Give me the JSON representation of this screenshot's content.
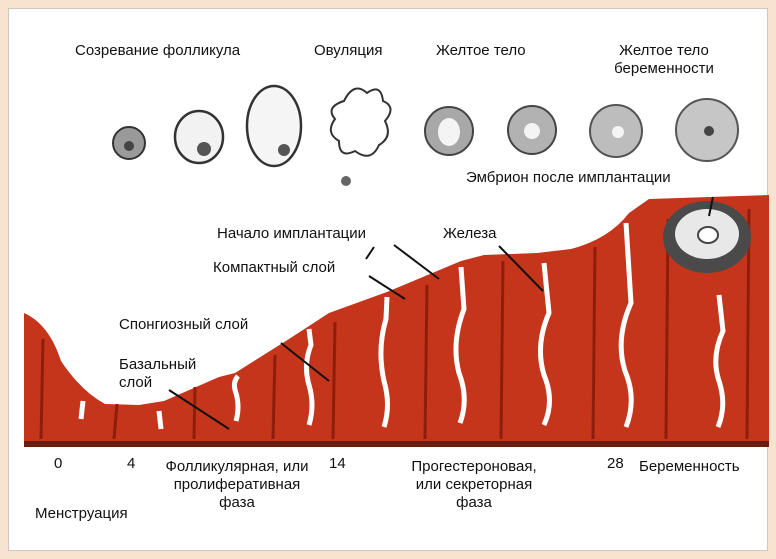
{
  "stages": {
    "follicle": "Созревание фолликула",
    "ovulation": "Овуляция",
    "corpus_luteum": "Желтое тело",
    "pregnancy_line1": "Желтое тело",
    "pregnancy_line2": "беременности"
  },
  "annotations": {
    "embryo": "Эмбрион после имплантации",
    "implantation_start": "Начало имплантации",
    "gland": "Железа",
    "compact_layer": "Компактный слой",
    "spongy_layer": "Спонгиозный слой",
    "basal_line1": "Базальный",
    "basal_line2": "слой"
  },
  "axis": {
    "ticks": [
      "0",
      "4",
      "14",
      "28"
    ],
    "follicular_line1": "Фолликулярная, или",
    "follicular_line2": "пролиферативная",
    "follicular_line3": "фаза",
    "menstruation": "Менструация",
    "luteal_line1": "Прогестероновая,",
    "luteal_line2": "или секреторная",
    "luteal_line3": "фаза",
    "pregnancy": "Беременность"
  },
  "colors": {
    "tissue": "#c4351c",
    "tissue_dark": "#8e1e0c",
    "base_line": "#6a1c10",
    "background": "#f7e3cf"
  }
}
